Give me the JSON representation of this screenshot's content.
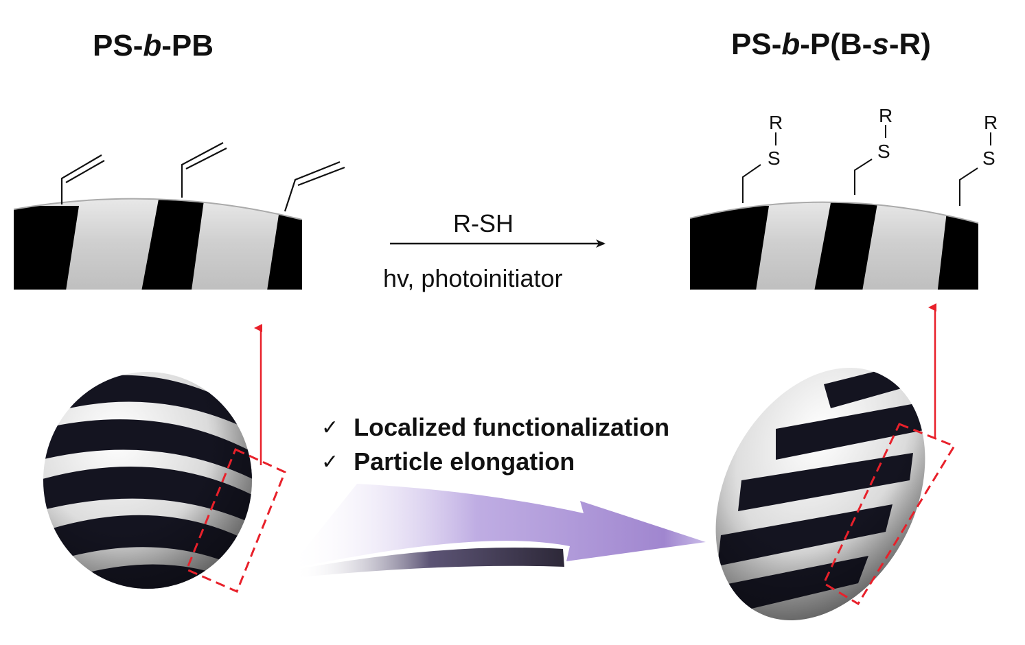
{
  "left_polymer": {
    "title_prefix": "PS-",
    "title_italic": "b",
    "title_suffix": "-PB"
  },
  "right_polymer": {
    "title_prefix": "PS-",
    "title_italic_1": "b",
    "title_mid": "-P(B-",
    "title_italic_2": "s",
    "title_suffix": "-R)"
  },
  "reaction": {
    "reagent": "R-SH",
    "conditions": "hv, photoinitiator"
  },
  "features": [
    {
      "check": "✓",
      "label": "Localized functionalization"
    },
    {
      "check": "✓",
      "label": "Particle elongation"
    }
  ],
  "substituents": {
    "r": "R",
    "s": "S"
  },
  "colors": {
    "stripe_dark": "#141420",
    "stripe_light": "#d9d9d9",
    "highlight_box": "#e8202a",
    "process_arrow": "#a58fd0"
  }
}
